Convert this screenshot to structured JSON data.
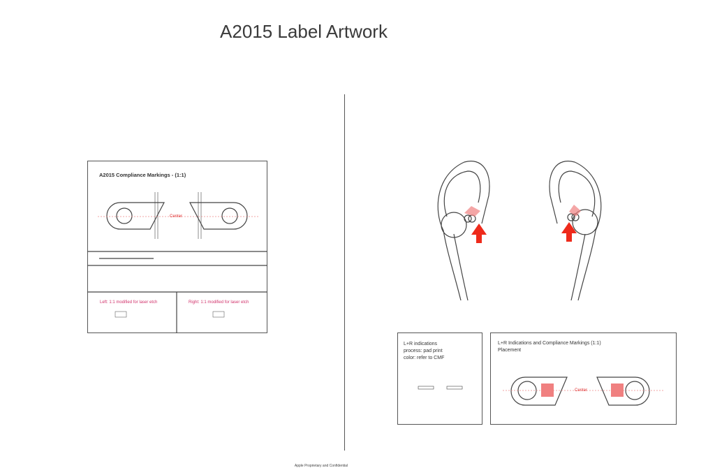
{
  "title": "A2015 Label Artwork",
  "left_panel": {
    "heading": "A2015 Compliance Markings - (1:1)",
    "center_label": "Center",
    "left_note": "Left: 1:1 modified for laser etch",
    "right_note": "Right: 1:1 modified for laser etch"
  },
  "indications_box": {
    "lines": [
      "L+R indications",
      "process: pad print",
      "color: refer to CMF"
    ]
  },
  "placement_box": {
    "heading": "L+R Indications and Compliance Markings (1:1)",
    "subheading": "Placement",
    "center_label": "Center"
  },
  "footer": "Apple Proprietary and Confidential",
  "colors": {
    "marker": "#f08080",
    "arrow": "#ee2a1b",
    "pink_text": "#d0306a"
  }
}
